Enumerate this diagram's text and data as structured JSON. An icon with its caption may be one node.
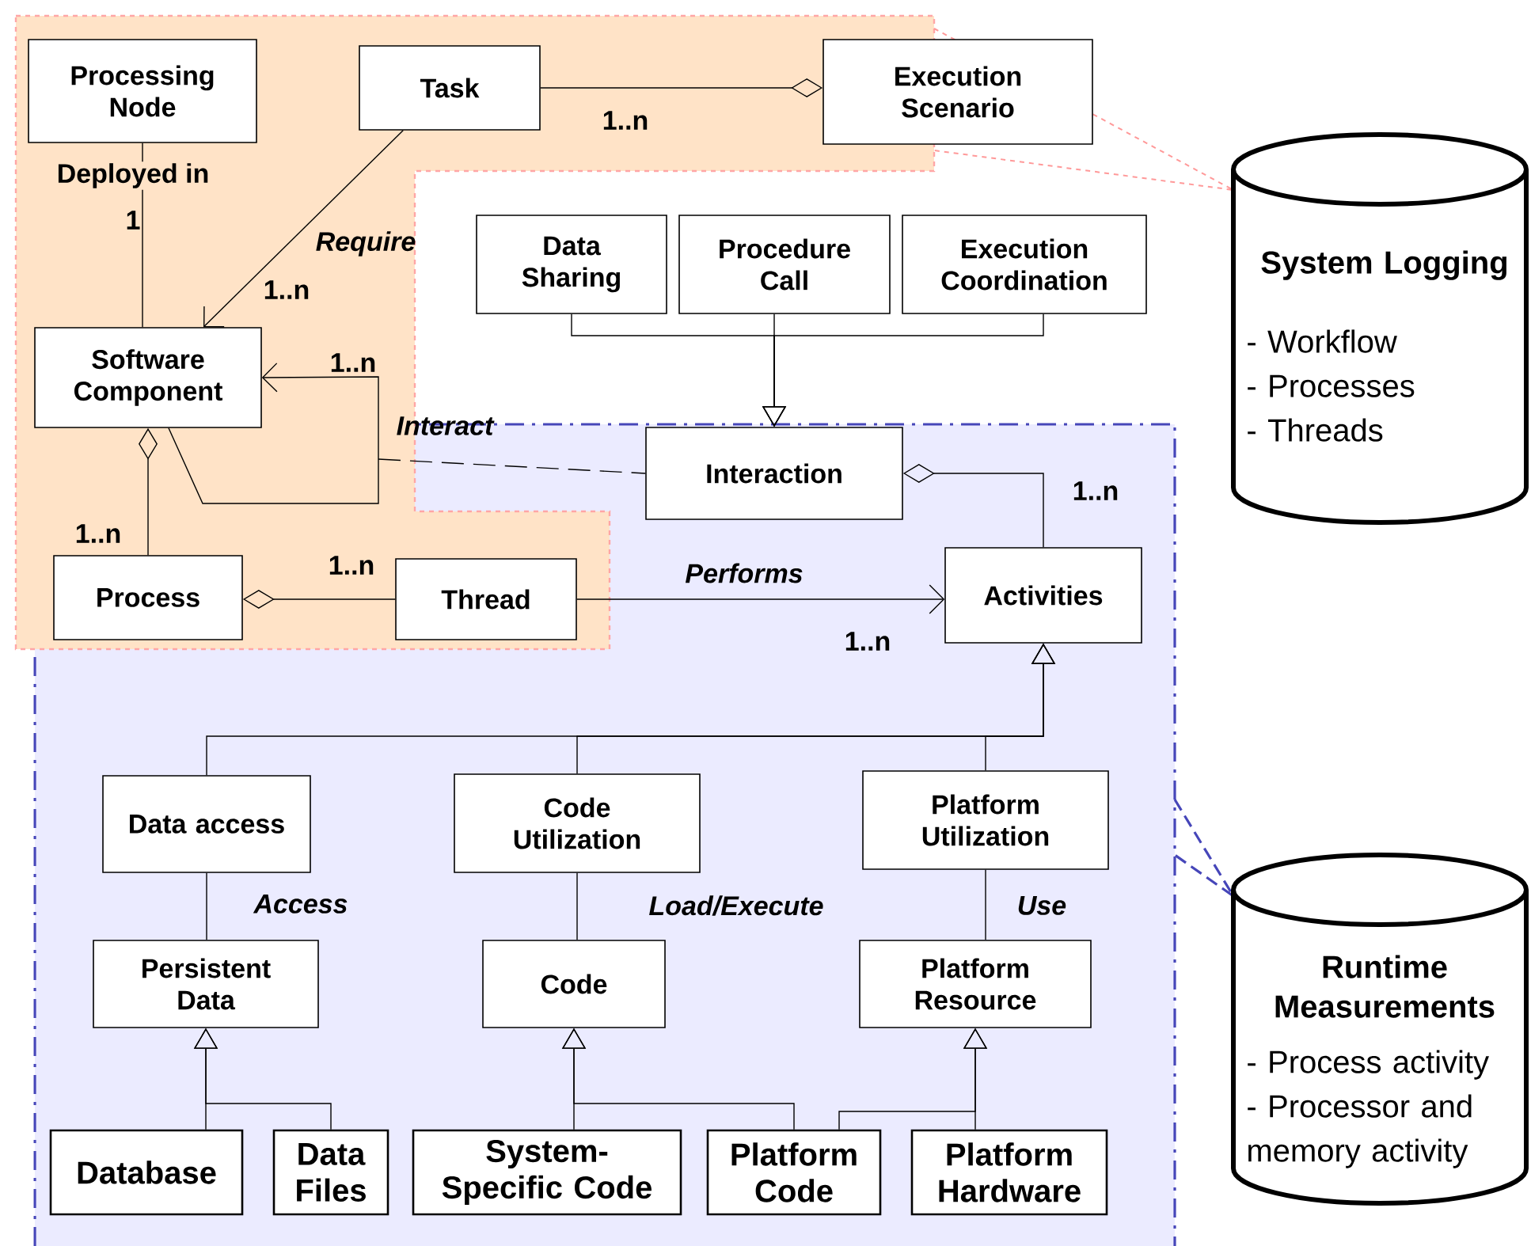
{
  "diagram": {
    "nodes": [
      {
        "text": [
          "Processing Node"
        ]
      },
      {
        "text": [
          "Task"
        ]
      },
      {
        "text": [
          "Execution Scenario"
        ]
      },
      {
        "text": [
          "Data Sharing"
        ]
      },
      {
        "text": [
          "Procedure Call"
        ]
      },
      {
        "text": [
          "Execution Coordination"
        ]
      },
      {
        "text": [
          "System Logging",
          "- Workflow",
          "- Processes",
          "- Threads"
        ]
      },
      {
        "text": [
          "Software Component"
        ]
      },
      {
        "text": [
          "Interaction"
        ]
      },
      {
        "text": [
          "Process"
        ]
      },
      {
        "text": [
          "Thread"
        ]
      },
      {
        "text": [
          "Activities"
        ]
      },
      {
        "text": [
          "Data access"
        ]
      },
      {
        "text": [
          "Code Utilization"
        ]
      },
      {
        "text": [
          "Platform Utilization"
        ]
      },
      {
        "text": [
          "Persistent Data"
        ]
      },
      {
        "text": [
          "Code"
        ]
      },
      {
        "text": [
          "Platform Resource"
        ]
      },
      {
        "text": [
          "Database"
        ]
      },
      {
        "text": [
          "Data Files"
        ]
      },
      {
        "text": [
          "System-Specific Code"
        ]
      },
      {
        "text": [
          "Platform Code"
        ]
      },
      {
        "text": [
          "Platform Hardware"
        ]
      },
      {
        "text": [
          "Runtime Measurements",
          "- Process activity",
          "- Processor and memory activity"
        ]
      }
    ],
    "edges": [
      {
        "from": 1,
        "to": 2,
        "arrow": "other",
        "label": "1..n"
      },
      {
        "from": 0,
        "to": 7,
        "arrow": "none",
        "label": "Deployed in"
      },
      {
        "from": 1,
        "to": 7,
        "arrow": "to",
        "label": "Require"
      },
      {
        "from": 7,
        "to": 7,
        "arrow": "to",
        "label": "Interact"
      },
      {
        "from": null,
        "to": 8,
        "arrow": "none",
        "style": "dashed"
      },
      {
        "from": 9,
        "to": 7,
        "arrow": "other",
        "label": "1..n"
      },
      {
        "from": 10,
        "to": 9,
        "arrow": "other",
        "label": "1..n"
      },
      {
        "from": 10,
        "to": 11,
        "arrow": "to",
        "label": "Performs"
      },
      {
        "from": 11,
        "to": 8,
        "arrow": "other",
        "label": "1..n"
      },
      {
        "from": 3,
        "to": 8,
        "arrow": "to"
      },
      {
        "from": 4,
        "to": 8,
        "arrow": "to"
      },
      {
        "from": 5,
        "to": 8,
        "arrow": "to"
      },
      {
        "from": 12,
        "to": 11,
        "arrow": "to"
      },
      {
        "from": 13,
        "to": 11,
        "arrow": "to"
      },
      {
        "from": 14,
        "to": 11,
        "arrow": "to"
      },
      {
        "from": 12,
        "to": 15,
        "arrow": "none",
        "label": "Access"
      },
      {
        "from": 13,
        "to": 16,
        "arrow": "none",
        "label": "Load/Execute"
      },
      {
        "from": 14,
        "to": 17,
        "arrow": "none",
        "label": "Use"
      },
      {
        "from": 18,
        "to": 15,
        "arrow": "to"
      },
      {
        "from": 19,
        "to": 15,
        "arrow": "to"
      },
      {
        "from": 20,
        "to": 16,
        "arrow": "to"
      },
      {
        "from": 21,
        "to": 16,
        "arrow": "to"
      },
      {
        "from": 21,
        "to": 17,
        "arrow": "to"
      },
      {
        "from": 22,
        "to": 17,
        "arrow": "to"
      }
    ],
    "labels": [
      "1",
      "1..n",
      "1..n",
      "1..n"
    ]
  }
}
